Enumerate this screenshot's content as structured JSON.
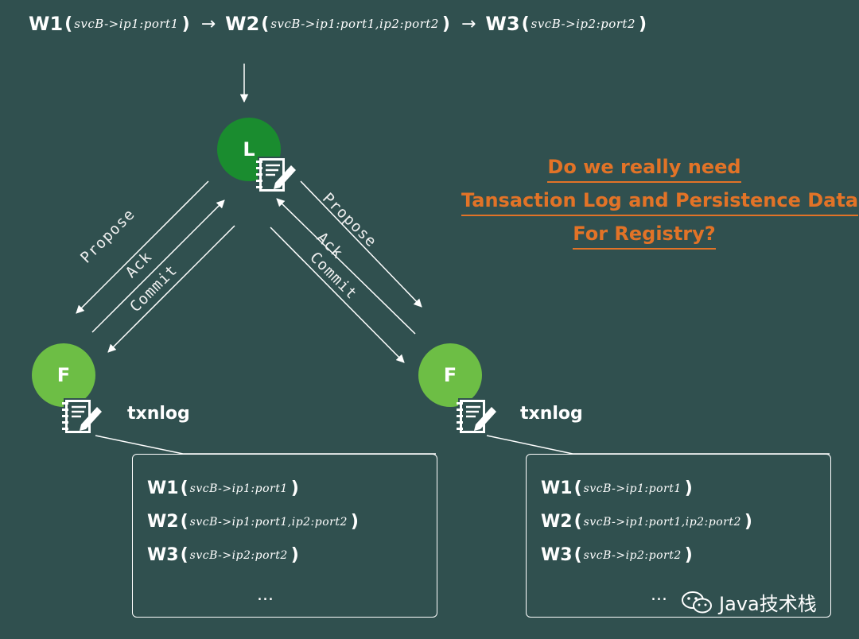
{
  "writes": [
    {
      "label": "W1",
      "detail": "svcB->ip1:port1"
    },
    {
      "label": "W2",
      "detail": "svcB->ip1:port1,ip2:port2"
    },
    {
      "label": "W3",
      "detail": "svcB->ip2:port2"
    }
  ],
  "paren_open": "(",
  "paren_close": ")",
  "flow_arrow": "→",
  "nodes": {
    "leader": "L",
    "follower_left": "F",
    "follower_right": "F"
  },
  "txnlog_label": "txnlog",
  "messages": {
    "propose": "Propose",
    "ack": "Ack",
    "commit": "Commit"
  },
  "question": {
    "line1": "Do we really need",
    "line2": "Tansaction Log and Persistence Data",
    "line3": "For Registry?"
  },
  "colors": {
    "background": "#30504f",
    "leader": "#1a8c2f",
    "follower": "#6dbe45",
    "question": "#e27327"
  },
  "ellipsis": "...",
  "watermark": "Java技术栈"
}
